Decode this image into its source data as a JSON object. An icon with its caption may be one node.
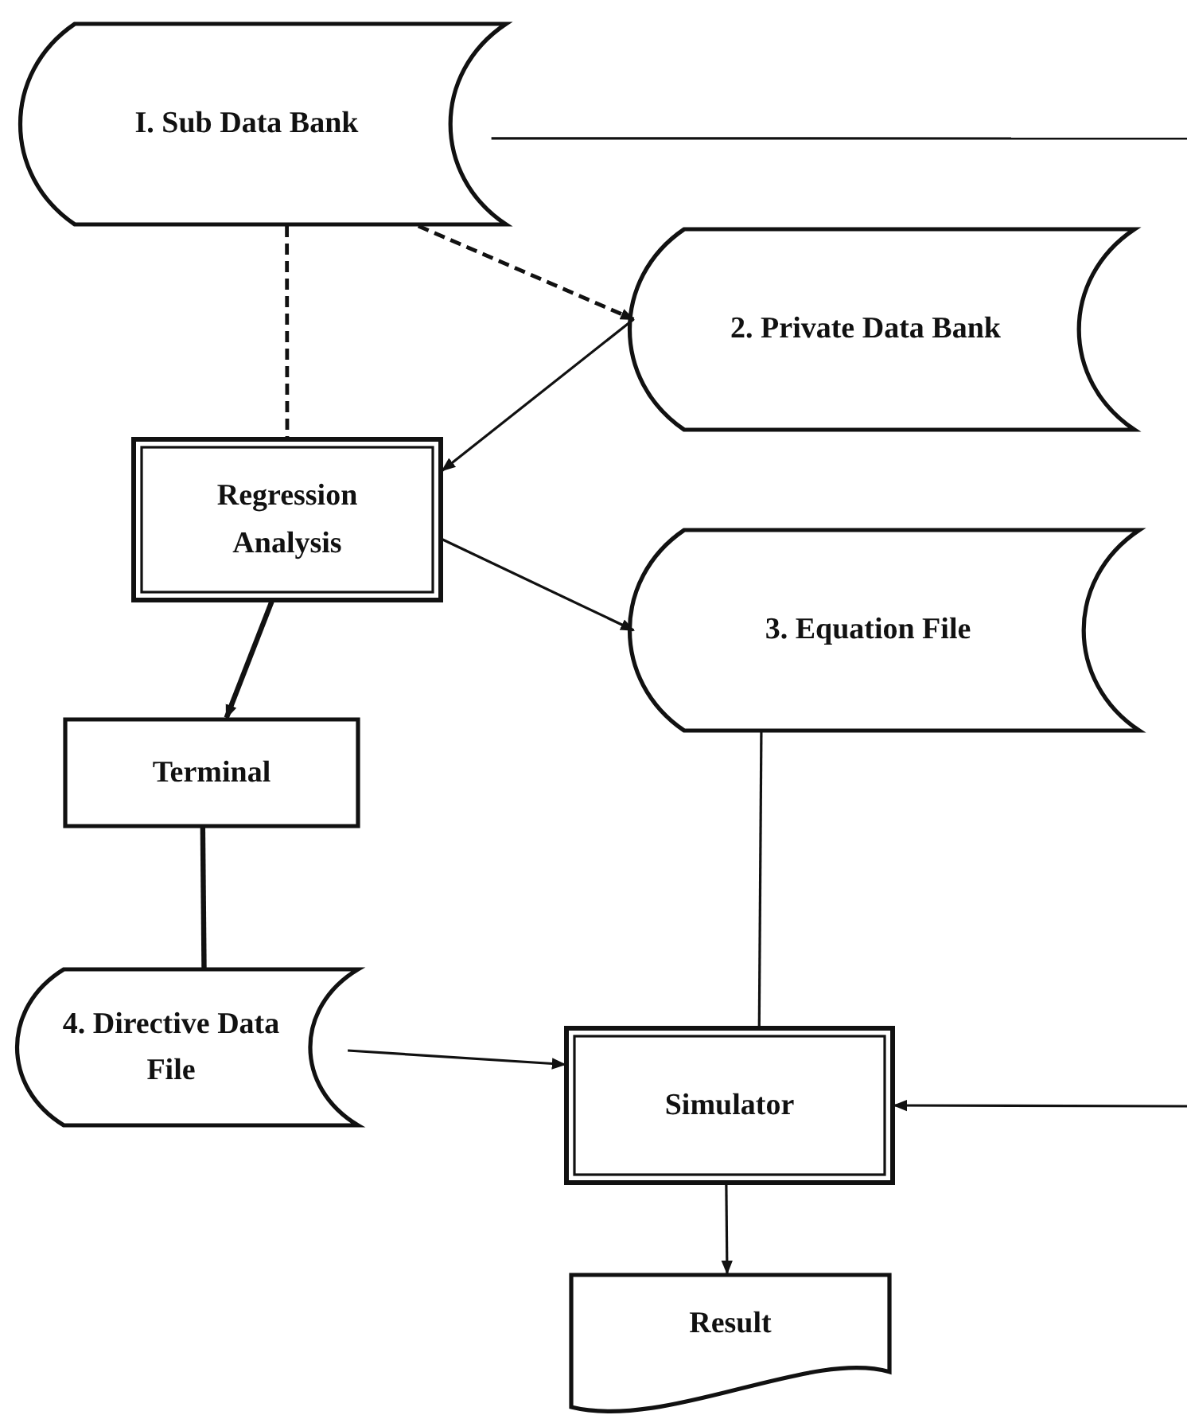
{
  "diagram": {
    "nodes": [
      {
        "text": [
          "I. Sub Data Bank"
        ]
      },
      {
        "text": [
          "2. Private Data Bank"
        ]
      },
      {
        "text": [
          "Regression Analysis"
        ]
      },
      {
        "text": [
          "3. Equation File"
        ]
      },
      {
        "text": [
          "Terminal"
        ]
      },
      {
        "text": [
          "4. Directive Data File"
        ]
      },
      {
        "text": [
          "Simulator"
        ]
      },
      {
        "text": [
          "Result"
        ]
      }
    ],
    "edges": [
      {
        "from": 0,
        "to": 2,
        "arrow": "none",
        "style": "dashed"
      },
      {
        "from": 0,
        "to": 1,
        "arrow": "to",
        "style": "dashed"
      },
      {
        "from": 1,
        "to": 2,
        "arrow": "to"
      },
      {
        "from": 2,
        "to": 3,
        "arrow": "to"
      },
      {
        "from": 2,
        "to": 4,
        "arrow": "to",
        "style": "thick"
      },
      {
        "from": 4,
        "to": 5,
        "arrow": "none",
        "style": "thick"
      },
      {
        "from": 3,
        "to": 6,
        "arrow": "none"
      },
      {
        "from": 5,
        "to": 6,
        "arrow": "to"
      },
      {
        "from": null,
        "to": 6,
        "arrow": "to"
      },
      {
        "from": 6,
        "to": 7,
        "arrow": "to"
      },
      {
        "from": 0,
        "to": null,
        "arrow": "none"
      }
    ]
  }
}
